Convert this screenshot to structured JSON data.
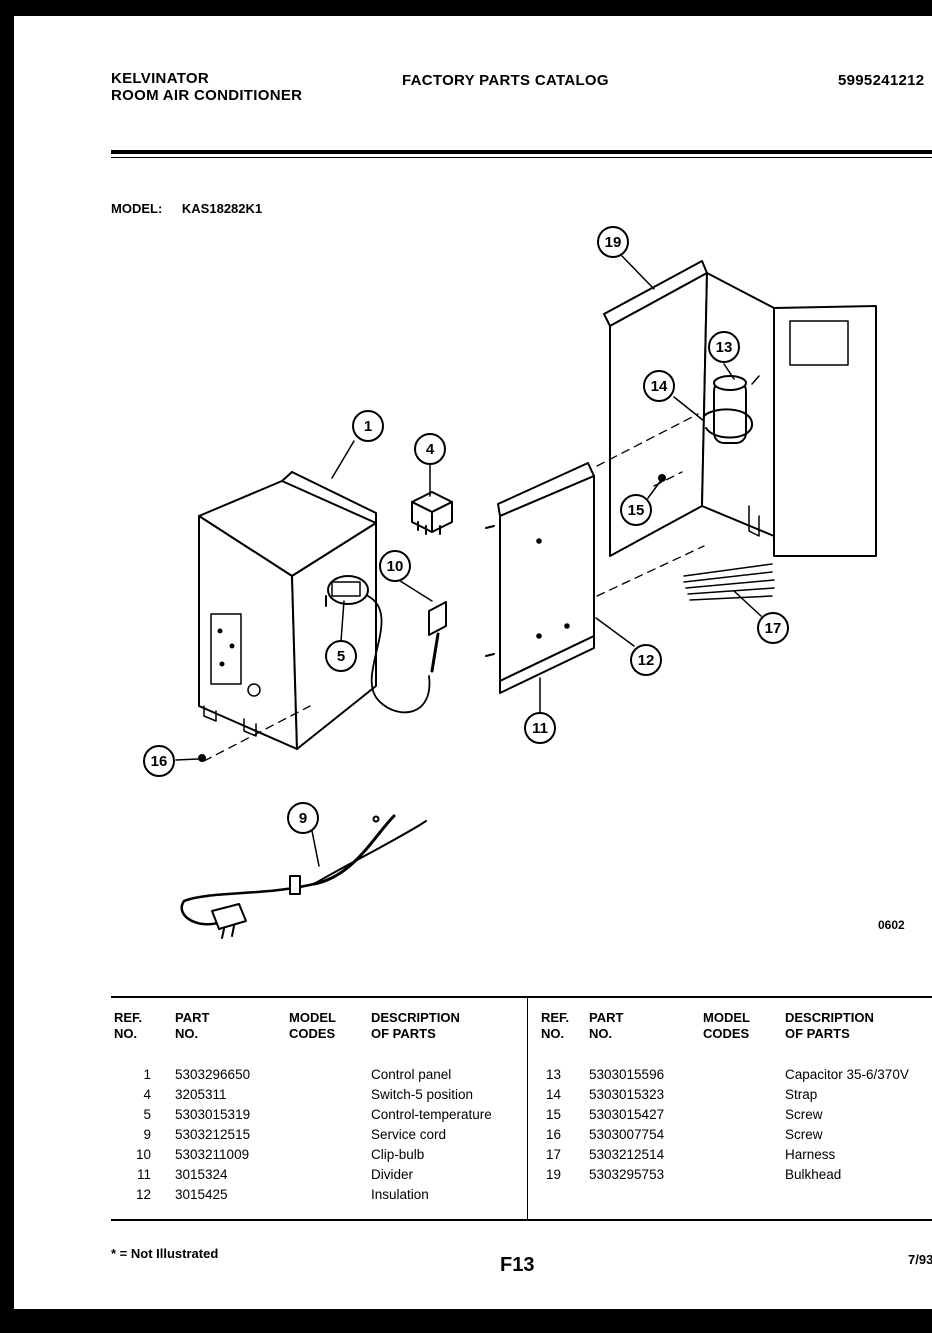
{
  "header": {
    "brand": "KELVINATOR",
    "product": "ROOM AIR CONDITIONER",
    "catalog_title": "FACTORY PARTS CATALOG",
    "catalog_number": "5995241212"
  },
  "model": {
    "label": "MODEL:",
    "value": "KAS18282K1"
  },
  "diagram": {
    "callouts": [
      "1",
      "4",
      "5",
      "9",
      "10",
      "11",
      "12",
      "13",
      "14",
      "15",
      "16",
      "17",
      "19"
    ],
    "drawing_code": "0602"
  },
  "table": {
    "headers": {
      "ref": "REF.\nNO.",
      "part": "PART\nNO.",
      "model": "MODEL\nCODES",
      "desc": "DESCRIPTION\nOF PARTS"
    },
    "left_rows": [
      {
        "ref": "1",
        "part": "5303296650",
        "desc": "Control panel"
      },
      {
        "ref": "4",
        "part": "3205311",
        "desc": "Switch-5 position"
      },
      {
        "ref": "5",
        "part": "5303015319",
        "desc": "Control-temperature"
      },
      {
        "ref": "9",
        "part": "5303212515",
        "desc": "Service cord"
      },
      {
        "ref": "10",
        "part": "5303211009",
        "desc": "Clip-bulb"
      },
      {
        "ref": "11",
        "part": "3015324",
        "desc": "Divider"
      },
      {
        "ref": "12",
        "part": "3015425",
        "desc": "Insulation"
      }
    ],
    "right_rows": [
      {
        "ref": "13",
        "part": "5303015596",
        "desc": "Capacitor 35-6/370V"
      },
      {
        "ref": "14",
        "part": "5303015323",
        "desc": "Strap"
      },
      {
        "ref": "15",
        "part": "5303015427",
        "desc": "Screw"
      },
      {
        "ref": "16",
        "part": "5303007754",
        "desc": "Screw"
      },
      {
        "ref": "17",
        "part": "5303212514",
        "desc": "Harness"
      },
      {
        "ref": "19",
        "part": "5303295753",
        "desc": "Bulkhead"
      }
    ]
  },
  "footer": {
    "note": "* = Not Illustrated",
    "page": "F13",
    "date": "7/93"
  }
}
